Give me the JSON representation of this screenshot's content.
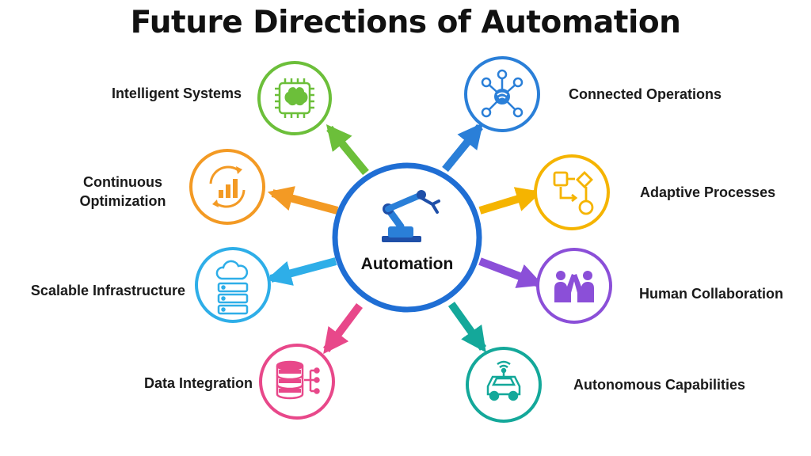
{
  "title": "Future Directions of Automation",
  "center": {
    "label": "Automation",
    "icon": "robot-arm-icon",
    "color": "#1f6ed4"
  },
  "nodes": [
    {
      "id": "intelligent",
      "label": "Intelligent Systems",
      "icon": "ai-chip-icon",
      "color": "#6cbf3a"
    },
    {
      "id": "connected",
      "label": "Connected Operations",
      "icon": "network-nodes-icon",
      "color": "#2a7fd8"
    },
    {
      "id": "continuous",
      "label": "Continuous Optimization",
      "icon": "growth-cycle-icon",
      "color": "#f39a24"
    },
    {
      "id": "adaptive",
      "label": "Adaptive Processes",
      "icon": "process-flow-icon",
      "color": "#f5b400"
    },
    {
      "id": "scalable",
      "label": "Scalable Infrastructure",
      "icon": "cloud-server-icon",
      "color": "#2eaee8"
    },
    {
      "id": "human",
      "label": "Human Collaboration",
      "icon": "high-five-icon",
      "color": "#8b4fd8"
    },
    {
      "id": "data",
      "label": "Data Integration",
      "icon": "database-icon",
      "color": "#e8488a"
    },
    {
      "id": "autonomous",
      "label": "Autonomous Capabilities",
      "icon": "autonomous-car-icon",
      "color": "#14a89a"
    }
  ]
}
